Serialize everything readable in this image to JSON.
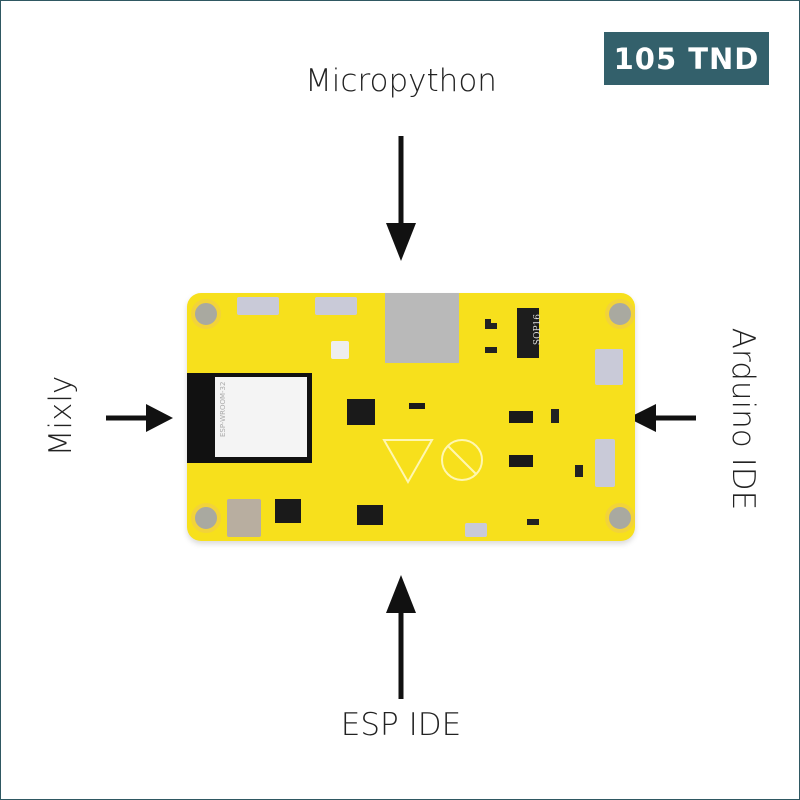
{
  "price_badge": "105 TND",
  "labels": {
    "top": "Micropython",
    "left": "Mixly",
    "right": "Arduino IDE",
    "bottom": "ESP IDE"
  },
  "board": {
    "module_marking": "ESP-WROOM-32",
    "chip_marking": "SOP16"
  },
  "colors": {
    "badge": "#33606b",
    "board": "#f7e01c",
    "arrow": "#111111"
  }
}
